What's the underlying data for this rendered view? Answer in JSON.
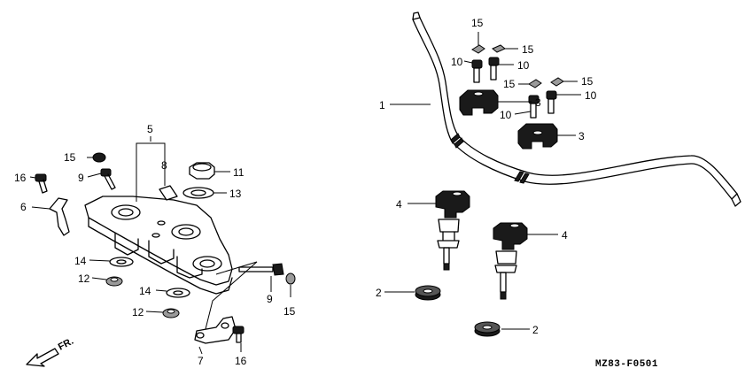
{
  "diagram_code": "MZ83-F0501",
  "direction_label": "FR.",
  "callouts": {
    "c1": "1",
    "c2a": "2",
    "c2b": "2",
    "c3a": "3",
    "c3b": "3",
    "c4a": "4",
    "c4b": "4",
    "c5": "5",
    "c6": "6",
    "c7": "7",
    "c8": "8",
    "c9a": "9",
    "c9b": "9",
    "c10a": "10",
    "c10b": "10",
    "c10c": "10",
    "c10d": "10",
    "c11": "11",
    "c12a": "12",
    "c12b": "12",
    "c13": "13",
    "c14a": "14",
    "c14b": "14",
    "c15a": "15",
    "c15b": "15",
    "c15c": "15",
    "c15d": "15",
    "c15e": "15",
    "c15f": "15",
    "c16a": "16",
    "c16b": "16"
  }
}
